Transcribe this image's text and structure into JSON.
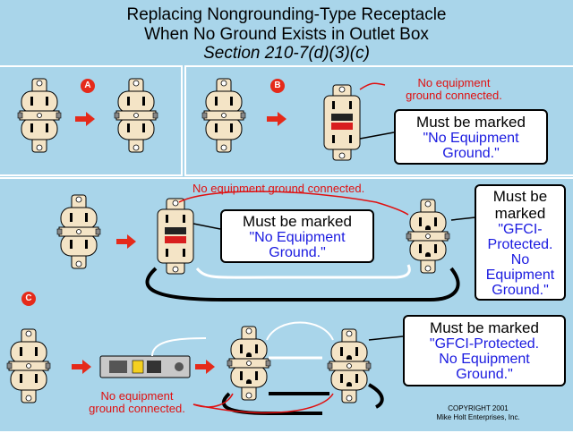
{
  "title": {
    "line1": "Replacing Nongrounding-Type Receptacle",
    "line2": "When No Ground Exists in Outlet Box",
    "line3": "Section 210-7(d)(3)(c)"
  },
  "labels": {
    "a": "A",
    "b": "B",
    "c": "C"
  },
  "panel_b": {
    "note": [
      "No equipment",
      "ground connected."
    ],
    "callout_head": "Must be marked",
    "callout_sub": [
      "\"No Equipment",
      "Ground.\""
    ]
  },
  "panel_c_top": {
    "note": "No equipment ground connected.",
    "callout_head": "Must be marked",
    "callout_sub": [
      "\"No Equipment",
      "Ground.\""
    ],
    "side_head": [
      "Must be",
      "marked"
    ],
    "side_sub": [
      "\"GFCI-",
      "Protected.",
      "No",
      "Equipment",
      "Ground.\""
    ]
  },
  "panel_c_bottom": {
    "note": [
      "No equipment",
      "ground connected."
    ],
    "callout_head": "Must be marked",
    "callout_sub": [
      "\"GFCI-Protected.",
      "No  Equipment",
      "Ground.\""
    ]
  },
  "copyright": [
    "COPYRIGHT 2001",
    "Mike Holt Enterprises, Inc."
  ],
  "colors": {
    "background": "#a9d5ea",
    "receptacle": "#f4e4c6",
    "arrow": "#e52a1a",
    "note_text": "#e01010",
    "callout_sub": "#1a1ae0"
  }
}
